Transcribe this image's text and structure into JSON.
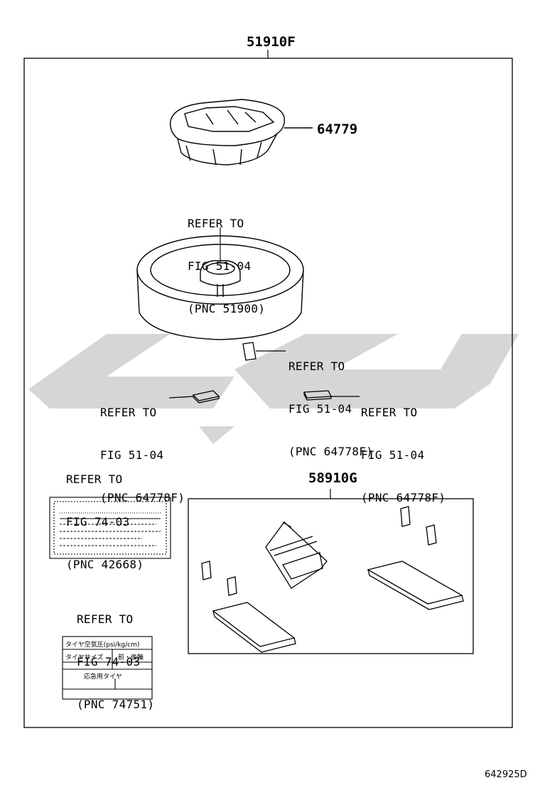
{
  "diagram": {
    "assembly_main": "51910F",
    "assembly_sub": "58910G",
    "part_64779": "64779",
    "refer_pnc_51900": [
      "REFER TO",
      "FIG 51-04",
      "(PNC 51900)"
    ],
    "refer_pnc_64778f_top": [
      "REFER TO",
      "FIG 51-04",
      "(PNC 64778F)"
    ],
    "refer_pnc_64778f_left": [
      "REFER TO",
      "FIG 51-04",
      "(PNC 64778F)"
    ],
    "refer_pnc_64778f_right": [
      "REFER TO",
      "FIG 51-04",
      "(PNC 64778F)"
    ],
    "refer_pnc_42668": [
      "REFER TO",
      "FIG 74-03",
      "(PNC 42668)"
    ],
    "refer_pnc_74751": [
      "REFER TO",
      "FIG 74-03",
      "(PNC 74751)"
    ],
    "label_74751_lines": [
      "タイヤ空気圧(psi/kg/cm)",
      "タイヤサイズ",
      "前・後輪",
      "応急用タイヤ"
    ],
    "figure_code": "642925D"
  },
  "colors": {
    "line": "#000000",
    "watermark": "#d0d0d0"
  }
}
